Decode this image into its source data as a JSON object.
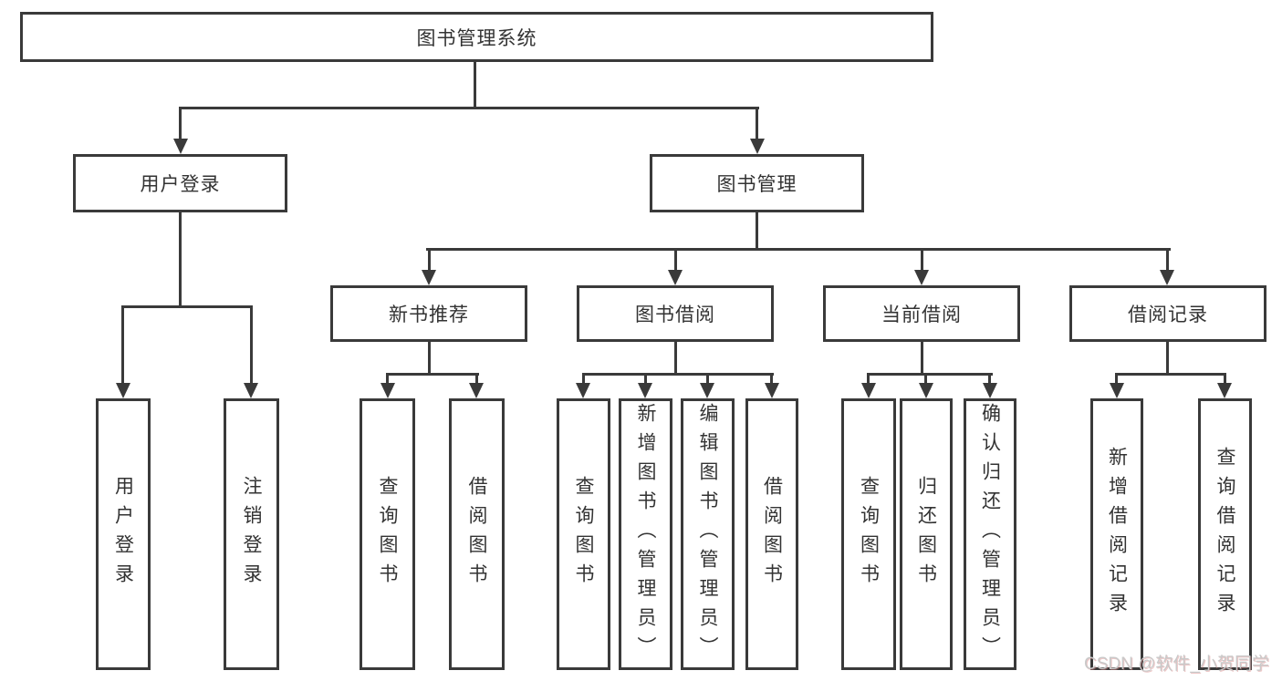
{
  "tree": {
    "root": {
      "label": "图书管理系统"
    },
    "branches": [
      {
        "label": "用户登录",
        "children": [
          {
            "label": "用户登录"
          },
          {
            "label": "注销登录"
          }
        ]
      },
      {
        "label": "图书管理",
        "children": [
          {
            "label": "新书推荐",
            "children": [
              {
                "label": "查询图书"
              },
              {
                "label": "借阅图书"
              }
            ]
          },
          {
            "label": "图书借阅",
            "children": [
              {
                "label": "查询图书"
              },
              {
                "label": "新增图书（管理员）"
              },
              {
                "label": "编辑图书（管理员）"
              },
              {
                "label": "借阅图书"
              }
            ]
          },
          {
            "label": "当前借阅",
            "children": [
              {
                "label": "查询图书"
              },
              {
                "label": "归还图书"
              },
              {
                "label": "确认归还（管理员）"
              }
            ]
          },
          {
            "label": "借阅记录",
            "children": [
              {
                "label": "新增借阅记录"
              },
              {
                "label": "查询借阅记录"
              }
            ]
          }
        ]
      }
    ]
  },
  "watermark": {
    "text": "CSDN @软件_小贺同学"
  },
  "colors": {
    "line": "#3a3a3a",
    "text": "#333333",
    "box_background": "#ffffff",
    "watermark_text": "#c9c9c9"
  }
}
